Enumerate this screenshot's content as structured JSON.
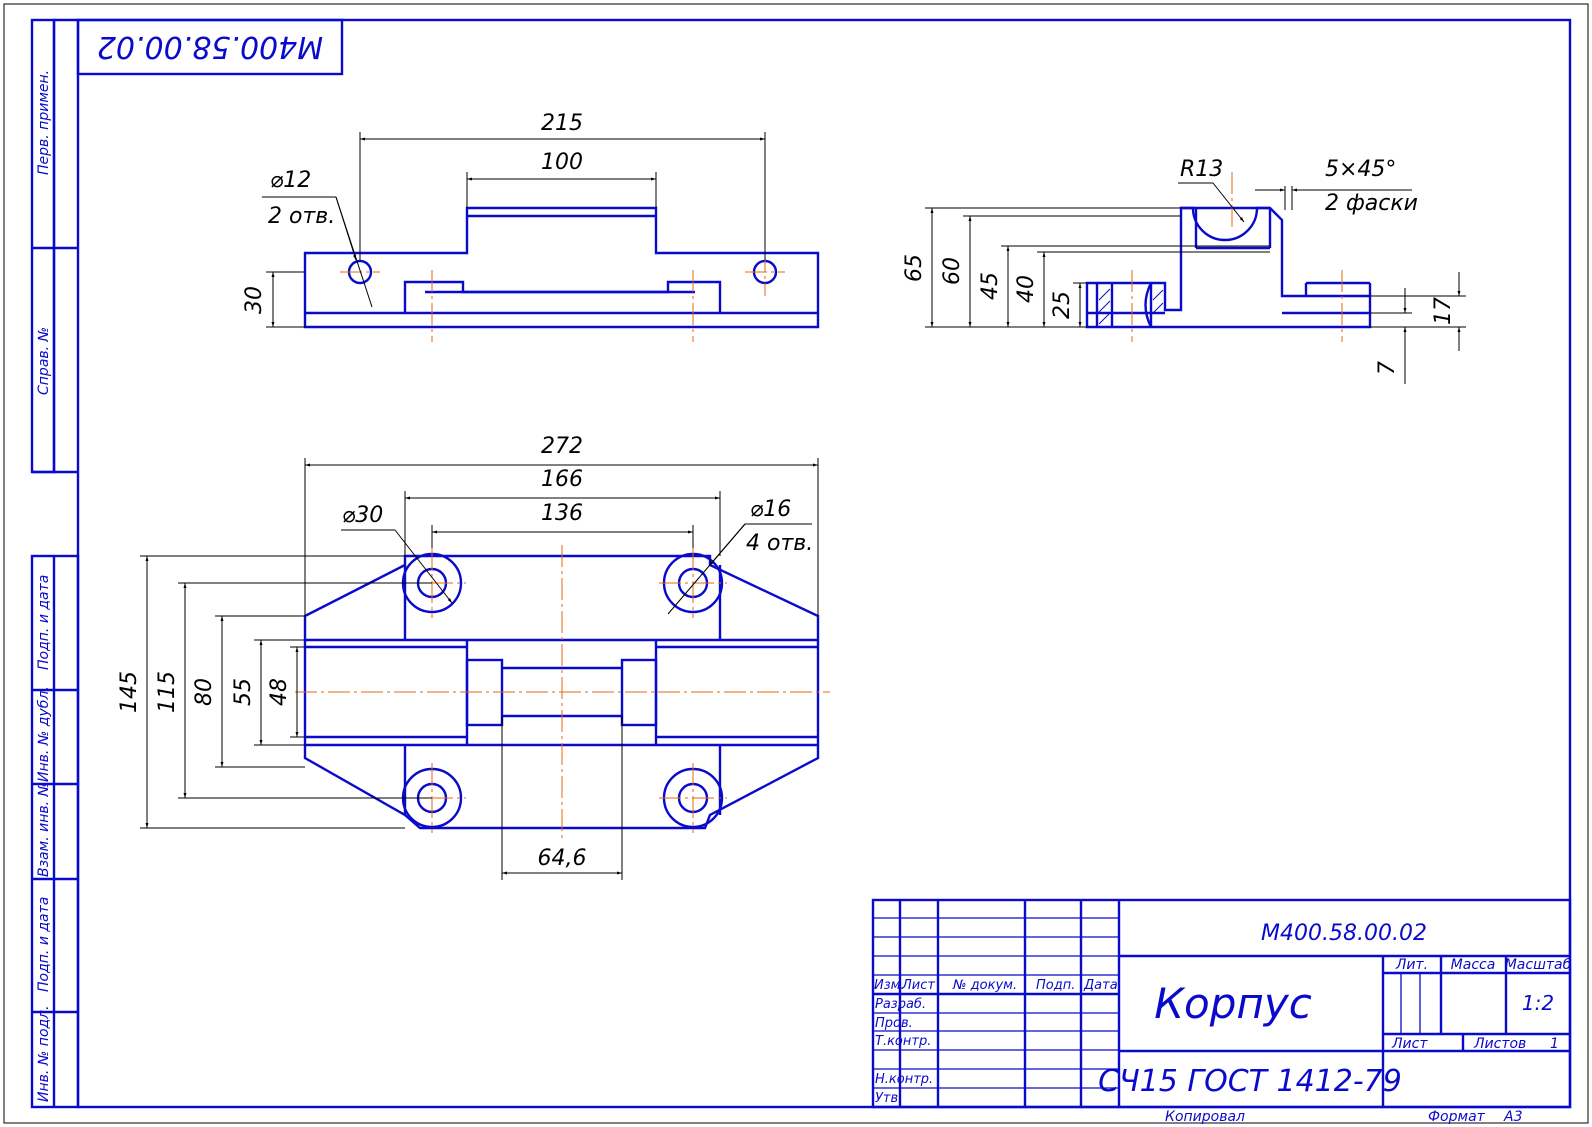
{
  "colors": {
    "outline": "#0a0acc",
    "dimension": "#000000",
    "centerline": "#e06a10",
    "paper": "#ffffff"
  },
  "doc_code_rotated": "М400.58.00.02",
  "side_strip": {
    "perv_primen": "Перв. примен.",
    "sprav_no": "Справ. №",
    "podp_data_1": "Подп. и дата",
    "inv_dubl": "Инв. № дубл.",
    "vzam_inv": "Взам. инв. №",
    "podp_data_2": "Подп. и дата",
    "inv_podl": "Инв. № подл."
  },
  "front_view": {
    "dim_overall": "215",
    "dim_boss": "100",
    "dim_height": "30",
    "hole_diam": "⌀12",
    "hole_note": "2 отв."
  },
  "side_view": {
    "radius": "R13",
    "chamfer": "5×45°",
    "chamfer_note": "2 фаски",
    "dims": [
      "65",
      "60",
      "45",
      "40",
      "25"
    ],
    "dim_right": "17",
    "dim_bottom": "7"
  },
  "top_view": {
    "dim_272": "272",
    "dim_166": "166",
    "dim_136": "136",
    "dim_146": "64,6",
    "hole_big": "⌀30",
    "hole_small": "⌀16",
    "hole_note": "4 отв.",
    "heights": [
      "145",
      "115",
      "80",
      "55",
      "48"
    ]
  },
  "title_block": {
    "designation": "М400.58.00.02",
    "name": "Корпус",
    "material": "СЧ15 ГОСТ 1412-79",
    "headers": {
      "izm": "Изм.",
      "list": "Лист",
      "no_dokum": "№ докум.",
      "podp": "Подп.",
      "data": "Дата"
    },
    "rows": {
      "razrab": "Разраб.",
      "prov": "Пров.",
      "tkontr": "Т.контр.",
      "nkontr": "Н.контр.",
      "utv": "Утв."
    },
    "lit": "Лит.",
    "massa": "Масса",
    "masshtab": "Масштаб",
    "scale": "1:2",
    "sheet_label": "Лист",
    "sheets_label": "Листов",
    "sheets": "1",
    "kopiroval": "Копировал",
    "format_label": "Формат",
    "format": "А3"
  }
}
